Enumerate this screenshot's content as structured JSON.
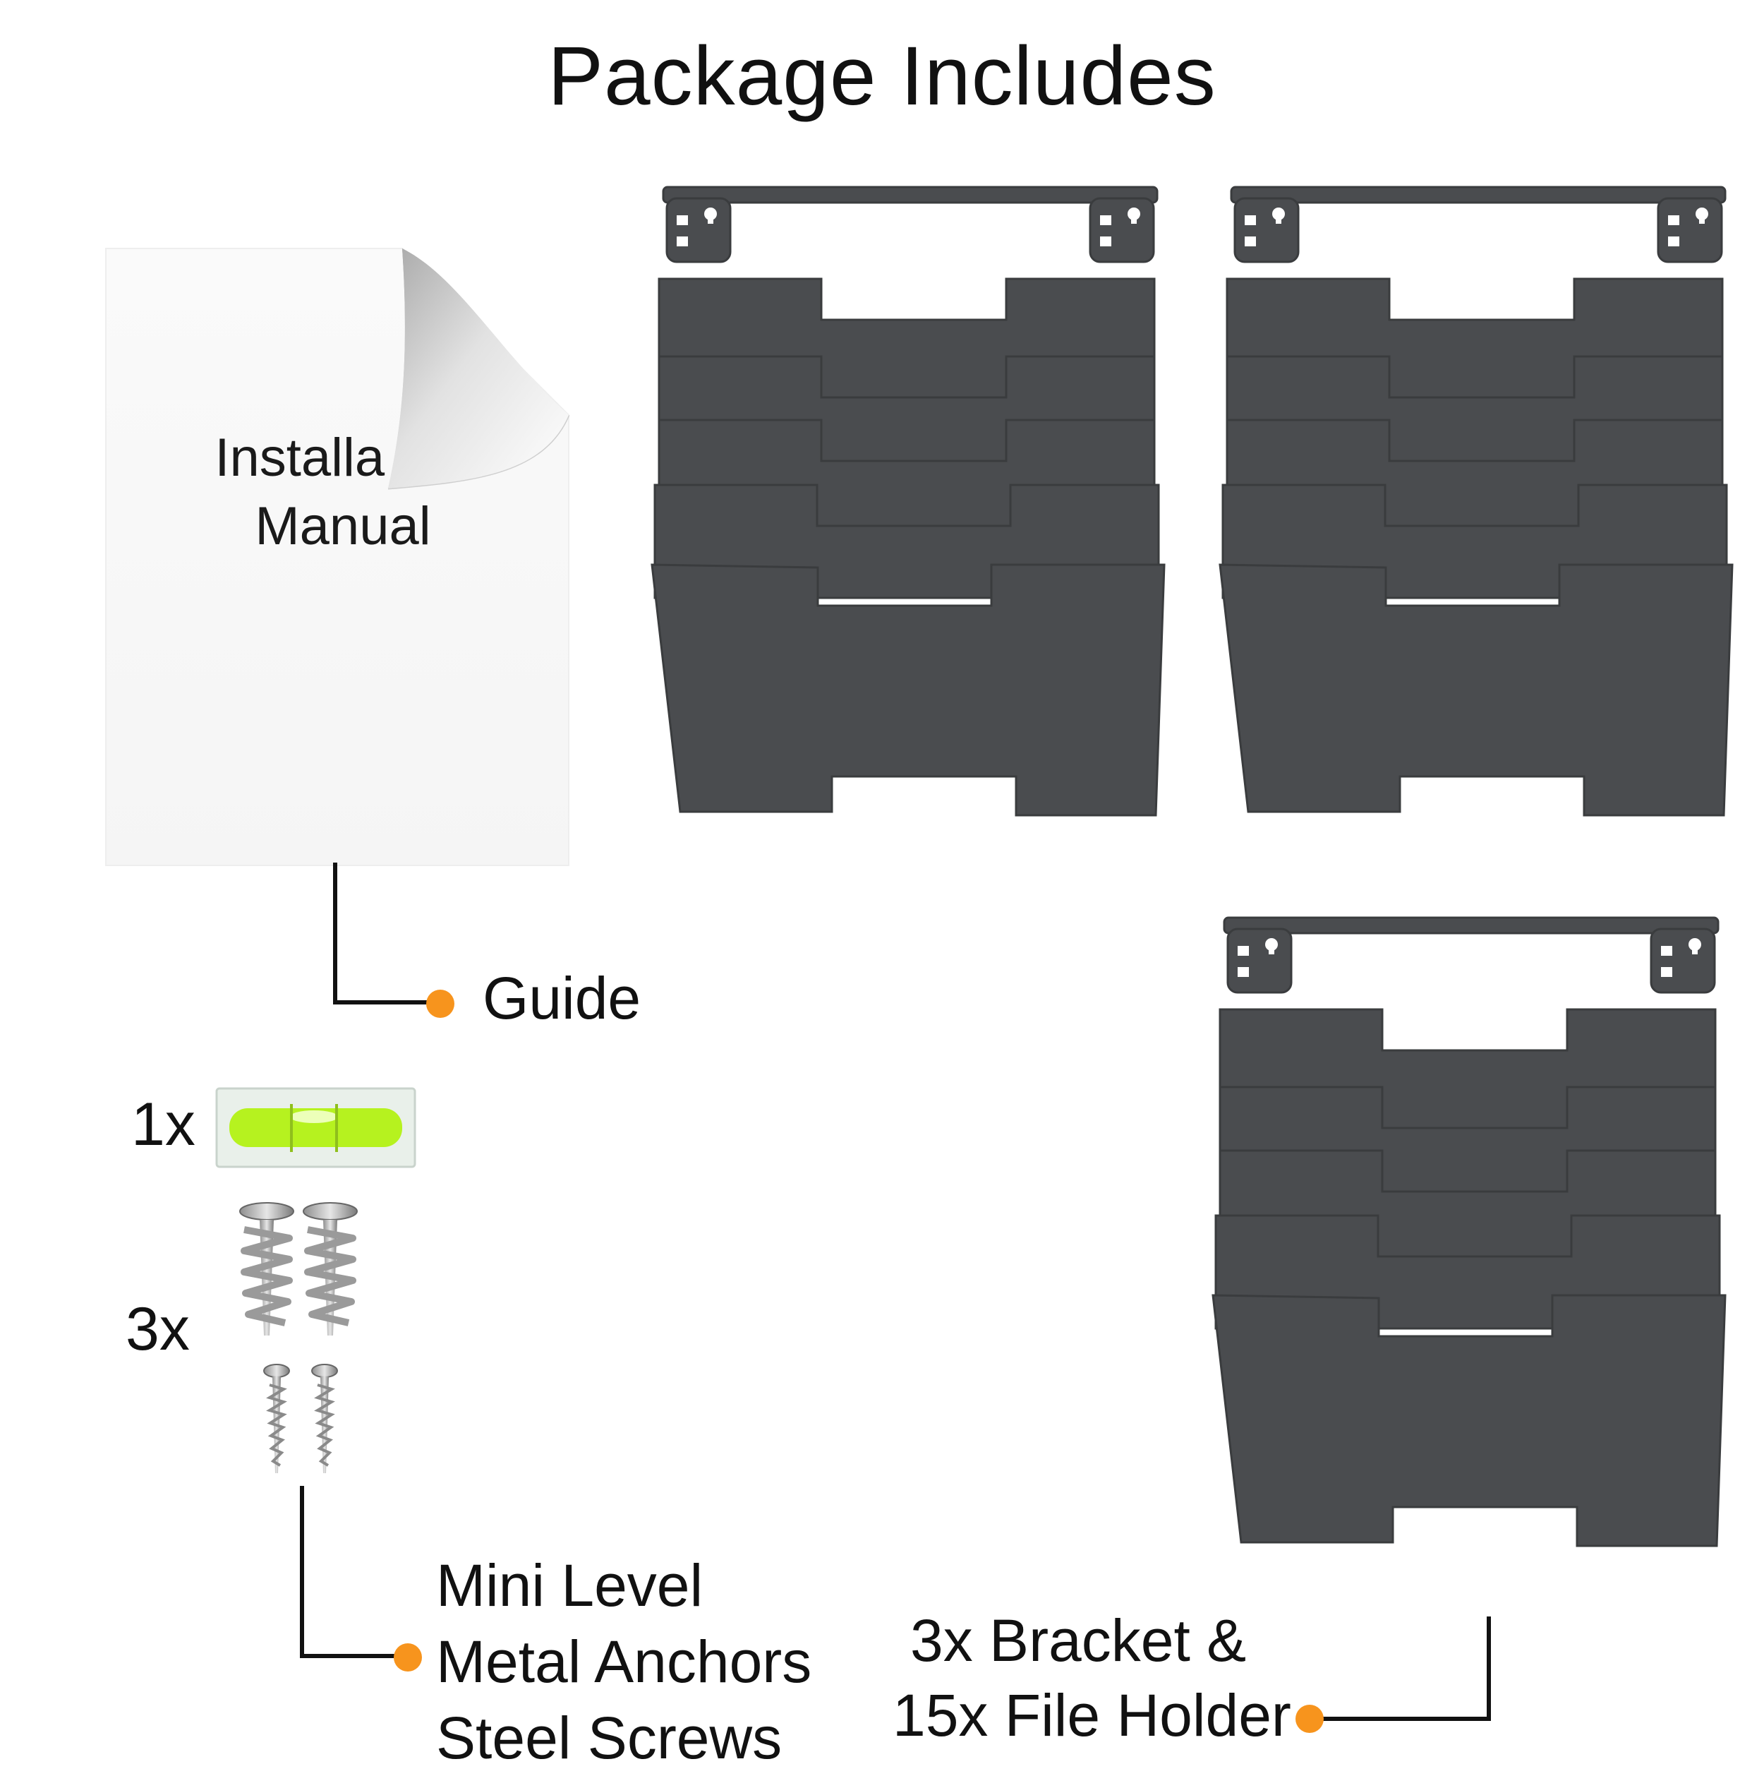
{
  "title": "Package Includes",
  "manual": {
    "line1": "Installation",
    "line2": "Manual"
  },
  "labels": {
    "guide": "Guide",
    "level_qty": "1x",
    "anchors_qty": "3x",
    "hardware_lines": [
      "Mini Level",
      "Metal Anchors",
      "Steel Screws"
    ],
    "bracket_line1": "3x Bracket &",
    "bracket_line2": "15x File Holder"
  },
  "colors": {
    "accent_dot": "#F7941D",
    "holder_gray": "#4A4C4F",
    "holder_dark": "#3A3C3E",
    "level_green": "#B6F21F"
  }
}
